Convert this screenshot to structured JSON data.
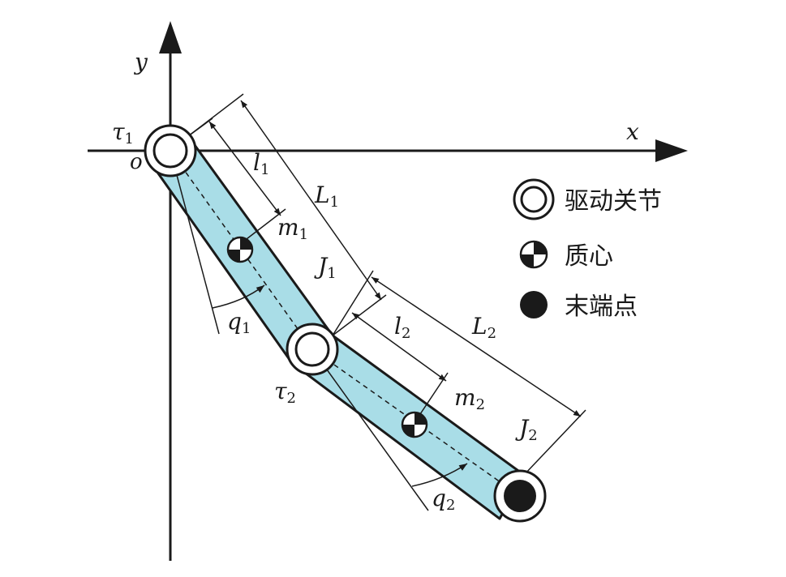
{
  "axes": {
    "x_label": "x",
    "y_label": "y",
    "origin_label": "o"
  },
  "links": {
    "link1": {
      "length_label": "L",
      "length_sub": "1",
      "com_dist_label": "l",
      "com_dist_sub": "1",
      "mass_label": "m",
      "mass_sub": "1",
      "inertia_label": "J",
      "inertia_sub": "1",
      "angle_label": "q",
      "angle_sub": "1",
      "torque_label": "τ",
      "torque_sub": "1"
    },
    "link2": {
      "length_label": "L",
      "length_sub": "2",
      "com_dist_label": "l",
      "com_dist_sub": "2",
      "mass_label": "m",
      "mass_sub": "2",
      "inertia_label": "J",
      "inertia_sub": "2",
      "angle_label": "q",
      "angle_sub": "2",
      "torque_label": "τ",
      "torque_sub": "2"
    }
  },
  "legend": {
    "items": [
      {
        "icon": "drive-joint-icon",
        "label": "驱动关节"
      },
      {
        "icon": "center-of-mass-icon",
        "label": "质心"
      },
      {
        "icon": "end-point-icon",
        "label": "末端点"
      }
    ]
  },
  "colors": {
    "link_fill": "#a9dde7",
    "stroke": "#1a1a1a",
    "background": "#ffffff"
  }
}
